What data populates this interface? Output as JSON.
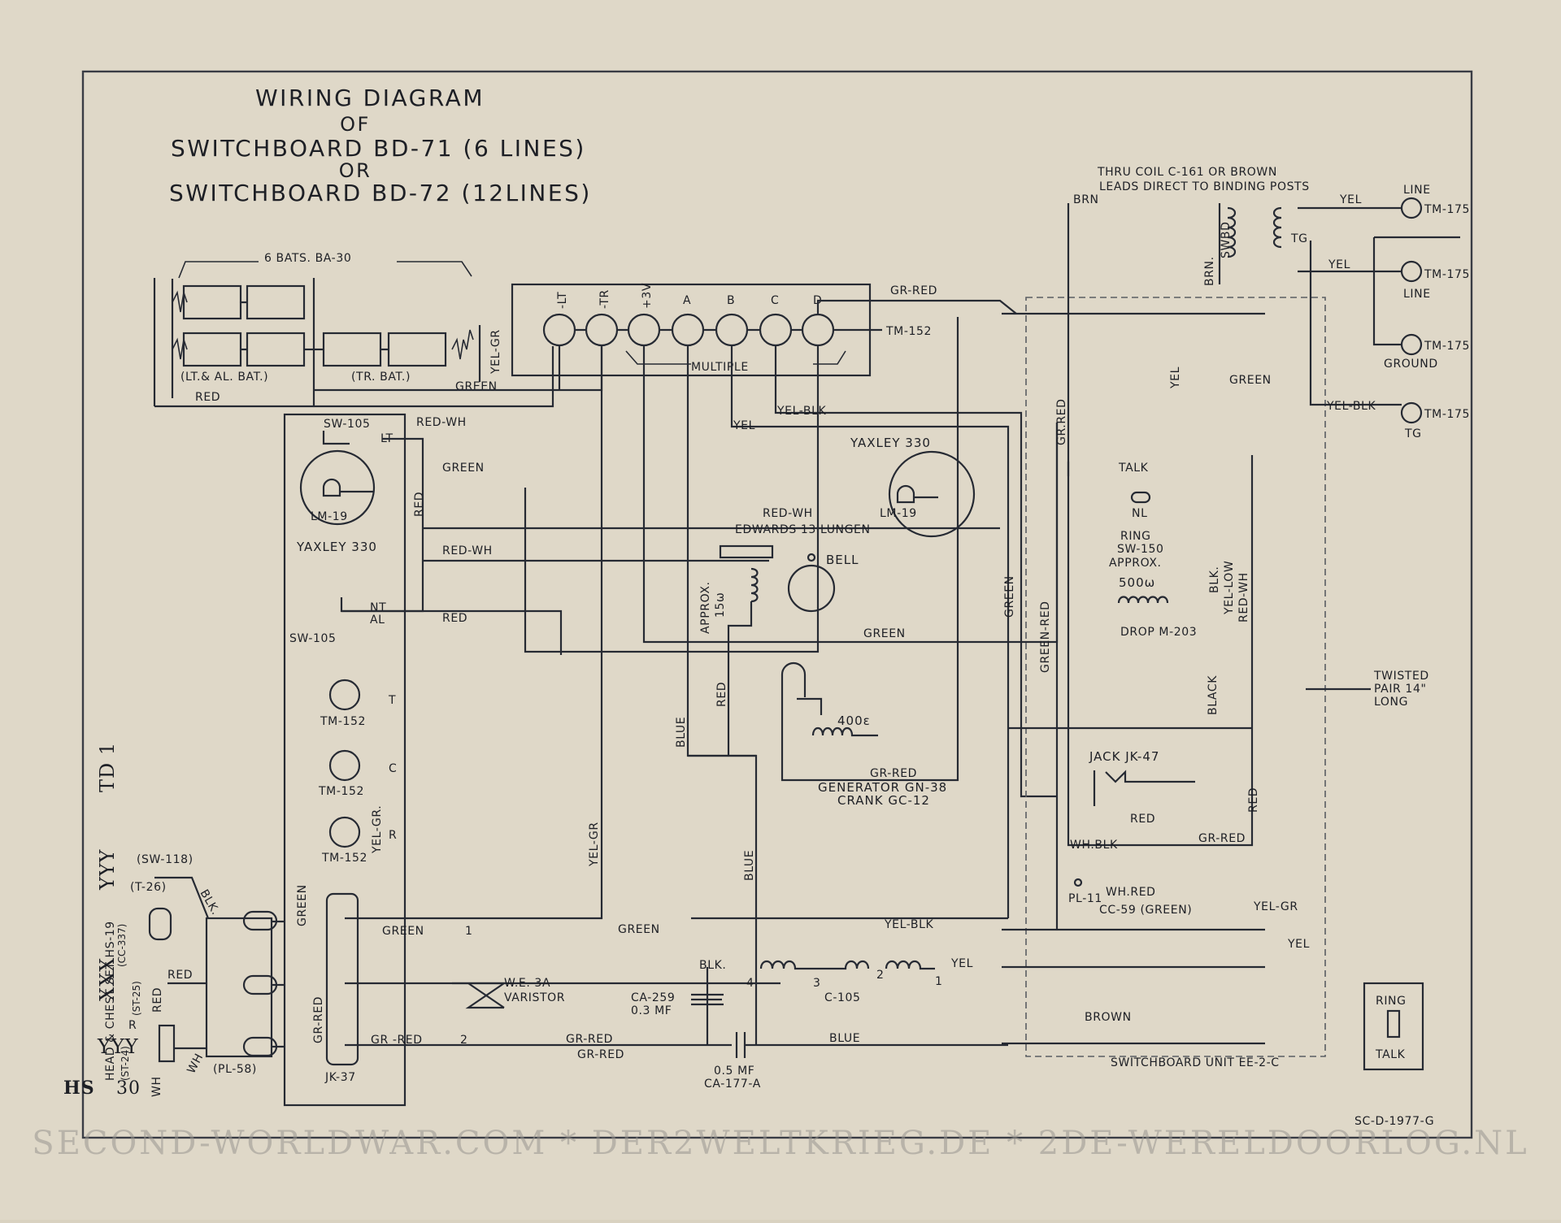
{
  "title": {
    "line1": "WIRING DIAGRAM",
    "line2": "OF",
    "line3": "SWITCHBOARD BD-71 (6 LINES)",
    "line4": "OR",
    "line5": "SWITCHBOARD BD-72 (12LINES)"
  },
  "batteries": {
    "heading": "6 BATS. BA-30",
    "lt_al": "(LT.& AL. BAT.)",
    "tr": "(TR. BAT.)"
  },
  "terminals": {
    "labels": [
      "-LT",
      "-TR",
      "+3V",
      "A",
      "B",
      "C",
      "D"
    ],
    "multiple": "MULTIPLE",
    "tm152": "TM-152"
  },
  "thru_coil_note": {
    "line1": "THRU COIL C-161 OR BROWN",
    "line2": "LEADS DIRECT TO BINDING POSTS"
  },
  "binding_posts": {
    "line_top": "LINE",
    "tm175_1": "TM-175",
    "tm175_2": "TM-175",
    "line_mid": "LINE",
    "tm175_3": "TM-175",
    "ground": "GROUND",
    "tm175_4": "TM-175",
    "tg": "TG",
    "tg_coil": "TG",
    "swbd": "SWBD",
    "brn_v": "BRN."
  },
  "wires": {
    "red": "RED",
    "green": "GREEN",
    "yel_gr": "YEL-GR",
    "gr_red": "GR-RED",
    "yel": "YEL",
    "yel_blk": "YEL-BLK",
    "red_wh": "RED-WH",
    "brn": "BRN",
    "blue": "BLUE",
    "blk": "BLK.",
    "black": "BLACK",
    "brown": "BROWN",
    "green_red": "GREEN-RED",
    "yel_low": "YEL-LOW",
    "wh": "WH",
    "gr_red_spaced": "GR -RED",
    "gr_red_v": "GR.RED",
    "yel_gr_v": "YEL-GR."
  },
  "left_panel": {
    "sw105_top": "SW-105",
    "lt": "LT",
    "lm19": "LM-19",
    "yaxley": "YAXLEY 330",
    "nt": "NT",
    "al": "AL",
    "sw105_bottom": "SW-105",
    "tm152": "TM-152",
    "t": "T",
    "c": "C",
    "r": "R",
    "jk37": "JK-37"
  },
  "headset": {
    "chest_set": "HEAD & CHEST SET HS-19",
    "sw118": "(SW-118)",
    "t26": "(T-26)",
    "cc337": "(CC-337)",
    "st24": "(ST-24)",
    "st25": "(ST-25)",
    "r": "R",
    "pl58": "(PL-58)",
    "td1": "TD 1",
    "hs30": "HS",
    "hs30_num": "30",
    "yyy": "YYY",
    "xxx": "XXX"
  },
  "center": {
    "edwards": "EDWARDS 13 LUNGEN",
    "bell": "BELL",
    "approx_15": "APPROX.",
    "ohm15": "15ω",
    "ohm400": "400ε",
    "generator": "GENERATOR GN-38",
    "crank": "CRANK GC-12",
    "varistor1": "W.E. 3A",
    "varistor2": "VARISTOR",
    "ca259": "CA-259",
    "mf03": "0.3 MF",
    "mf05": "0.5 MF",
    "ca177": "CA-177-A",
    "c105": "C-105",
    "t1": "1",
    "t2": "2",
    "n4": "4",
    "n3": "3",
    "n2": "2",
    "n1": "1",
    "yaxley_r": "YAXLEY 330",
    "lm19_r": "LM-19"
  },
  "right_unit": {
    "talk": "TALK",
    "nl": "NL",
    "ring": "RING",
    "sw150": "SW-150",
    "approx": "APPROX.",
    "ohm500": "500ω",
    "drop": "DROP M-203",
    "jack": "JACK JK-47",
    "whblk": "WH.BLK",
    "whred": "WH.RED",
    "pl11": "PL-11",
    "cc59": "CC-59 (GREEN)",
    "twisted1": "TWISTED",
    "twisted2": "PAIR 14\"",
    "twisted3": "LONG",
    "unit": "SWITCHBOARD UNIT EE-2-C",
    "sw_ring": "RING",
    "sw_talk": "TALK"
  },
  "drawing_no": "SC-D-1977-G",
  "watermark": "SECOND-WORLDWAR.COM * DER2WELTKRIEG.DE * 2DE-WERELDOORLOG.NL",
  "colors": {
    "paper": "#d9d2c1",
    "ink": "#262a33",
    "frame": "#3a3d45"
  }
}
